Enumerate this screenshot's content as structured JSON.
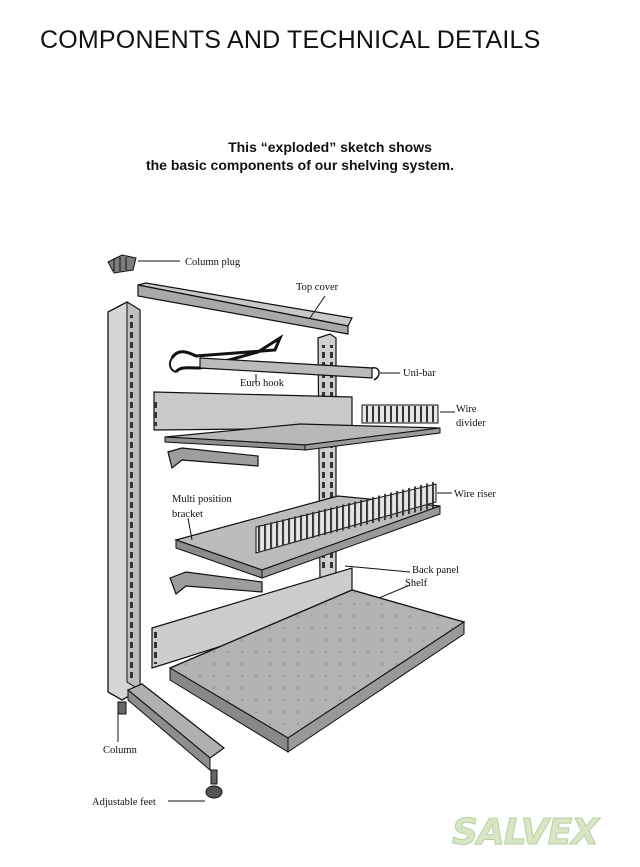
{
  "heading": "COMPONENTS AND TECHNICAL DETAILS",
  "intro": {
    "line1": "This “exploded” sketch shows",
    "line2": "the basic components of our shelving system."
  },
  "labels": {
    "column_plug": "Column plug",
    "top_cover": "Top cover",
    "uni_bar": "Uni-bar",
    "euro_hook": "Euro hook",
    "wire_divider_1": "Wire",
    "wire_divider_2": "divider",
    "multi_bracket_1": "Multi position",
    "multi_bracket_2": "bracket",
    "wire_riser": "Wire riser",
    "back_panel": "Back panel",
    "shelf": "Shelf",
    "column": "Column",
    "adjustable_feet": "Adjustable feet"
  },
  "watermark": "SALVEX",
  "colors": {
    "ink": "#111111",
    "panel_fill": "#c9c9c9",
    "shelf_fill": "#b5b5b5",
    "dark_fill": "#8a8a8a",
    "watermark": "#d9e6c6"
  }
}
